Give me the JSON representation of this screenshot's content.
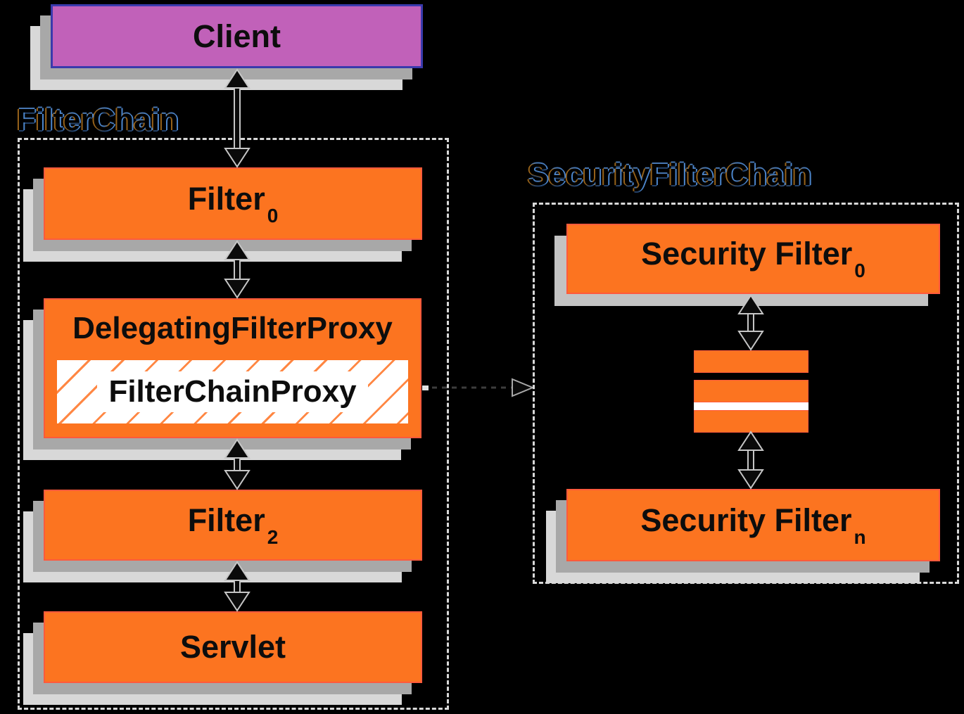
{
  "diagram": {
    "left": {
      "client_label": "Client",
      "chain_label": "FilterChain",
      "filter0": {
        "base": "Filter",
        "sub": "0"
      },
      "delegating_proxy_label": "DelegatingFilterProxy",
      "filter_chain_proxy_label": "FilterChainProxy",
      "filter2": {
        "base": "Filter",
        "sub": "2"
      },
      "servlet_label": "Servlet"
    },
    "right": {
      "chain_label": "SecurityFilterChain",
      "security_filter_0": {
        "base": "Security Filter",
        "sub": "0"
      },
      "security_filter_n": {
        "base": "Security Filter",
        "sub": "n"
      }
    },
    "colors": {
      "background": "#000000",
      "box_orange": "#FC7420",
      "box_orange_border": "#FF5A3C",
      "client_fill": "#C161B9",
      "client_border": "#3A3AAC",
      "shadow_inner": "#A8A8A8",
      "shadow_outer": "#D8D8D8",
      "shadow_single": "#C3C3C3",
      "dashed_border": "#D9D9D9",
      "hatch_line": "#FF8743",
      "ghost_label_blue": "#4C86CC",
      "ghost_label_orange": "#96621A",
      "text": "#0D0D0D"
    }
  }
}
